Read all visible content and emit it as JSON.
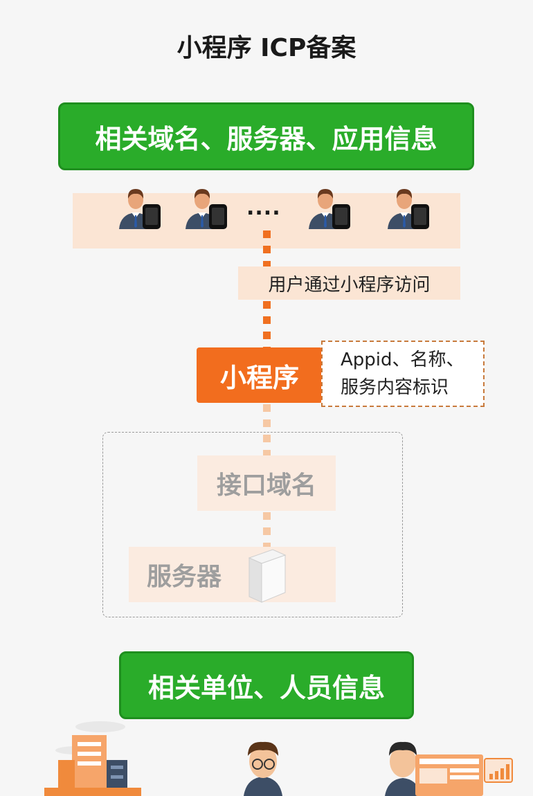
{
  "title": "小程序 ICP备案",
  "top_banner": "相关域名、服务器、应用信息",
  "ellipsis": "....",
  "access_label": "用户通过小程序访问",
  "mini_program": "小程序",
  "appid_note": {
    "line1": "Appid、名称、",
    "line2": "服务内容标识"
  },
  "interface_domain": "接口域名",
  "server": "服务器",
  "bottom_banner": "相关单位、人员信息",
  "colors": {
    "green": "#2aac2a",
    "orange": "#f26d1e",
    "pale_orange": "#fbe5d4"
  },
  "icons": [
    "user-with-phone-icon",
    "server-icon",
    "office-building-icon",
    "person-with-glasses-icon",
    "person-with-laptop-icon",
    "bar-chart-icon"
  ]
}
